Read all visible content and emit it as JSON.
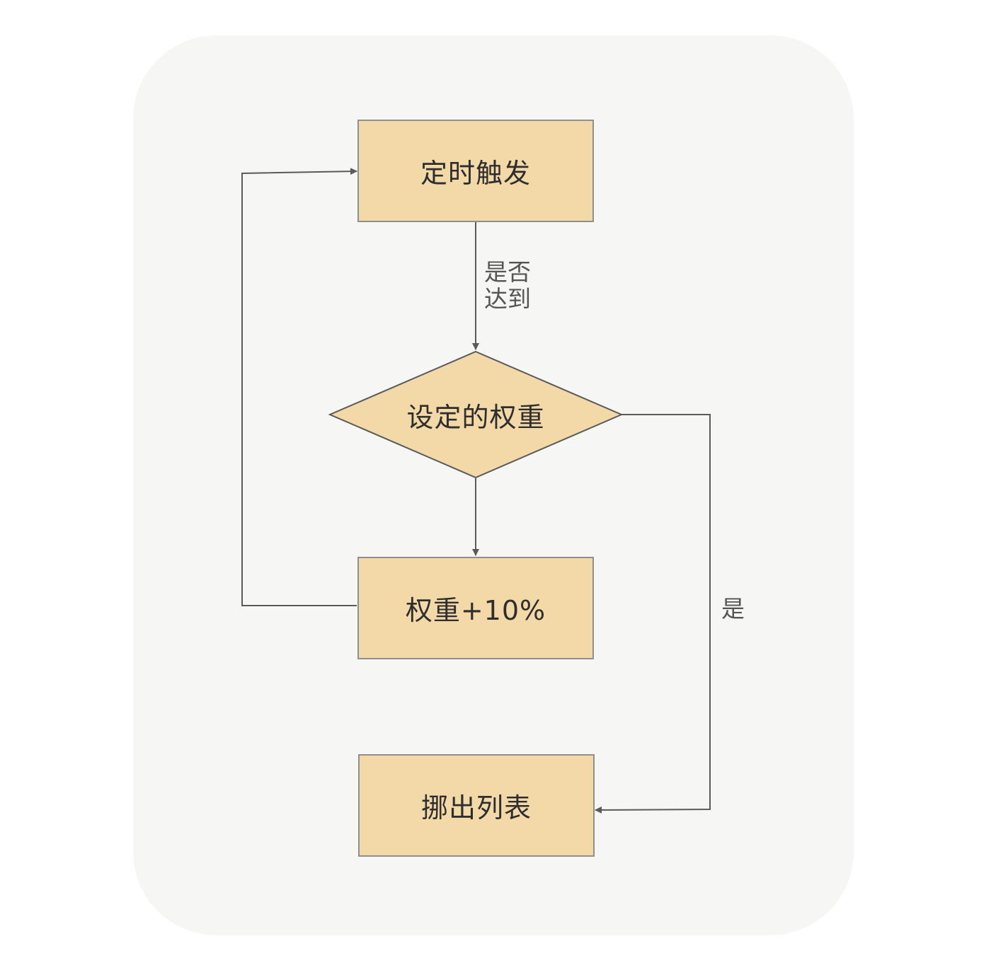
{
  "nodes": {
    "timer_trigger": "定时触发",
    "decision": "设定的权重",
    "weight_increase": "权重+10%",
    "remove_from_list": "挪出列表"
  },
  "edges": {
    "reached_check_line1": "是否",
    "reached_check_line2": "达到",
    "yes": "是"
  },
  "colors": {
    "node_fill": "#f3d8a8",
    "node_border": "#8f8f8f",
    "line": "#5a5a5a",
    "card_background": "#f6f6f4"
  }
}
